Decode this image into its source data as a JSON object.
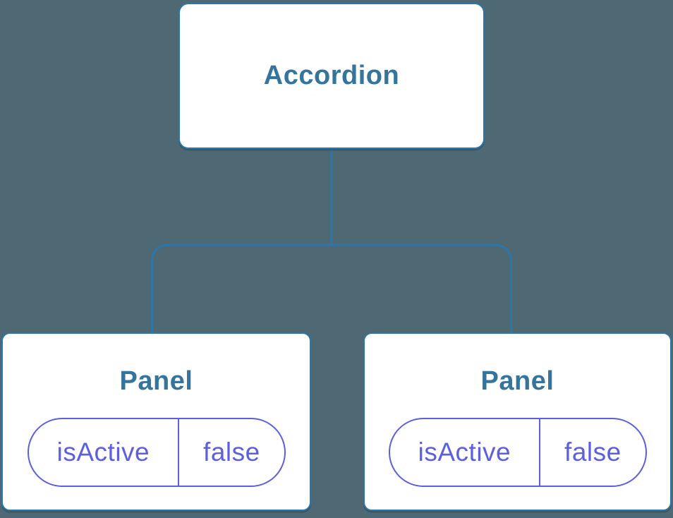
{
  "colors": {
    "background": "#4e6973",
    "connector_blue": "#2e75a8",
    "node_text_blue": "#35749c",
    "prop_purple": "#5b5fe0",
    "node_fill": "#ffffff"
  },
  "tree": {
    "root": {
      "label": "Accordion"
    },
    "children": [
      {
        "label": "Panel",
        "props": [
          {
            "name": "isActive",
            "value": "false"
          }
        ]
      },
      {
        "label": "Panel",
        "props": [
          {
            "name": "isActive",
            "value": "false"
          }
        ]
      }
    ]
  }
}
